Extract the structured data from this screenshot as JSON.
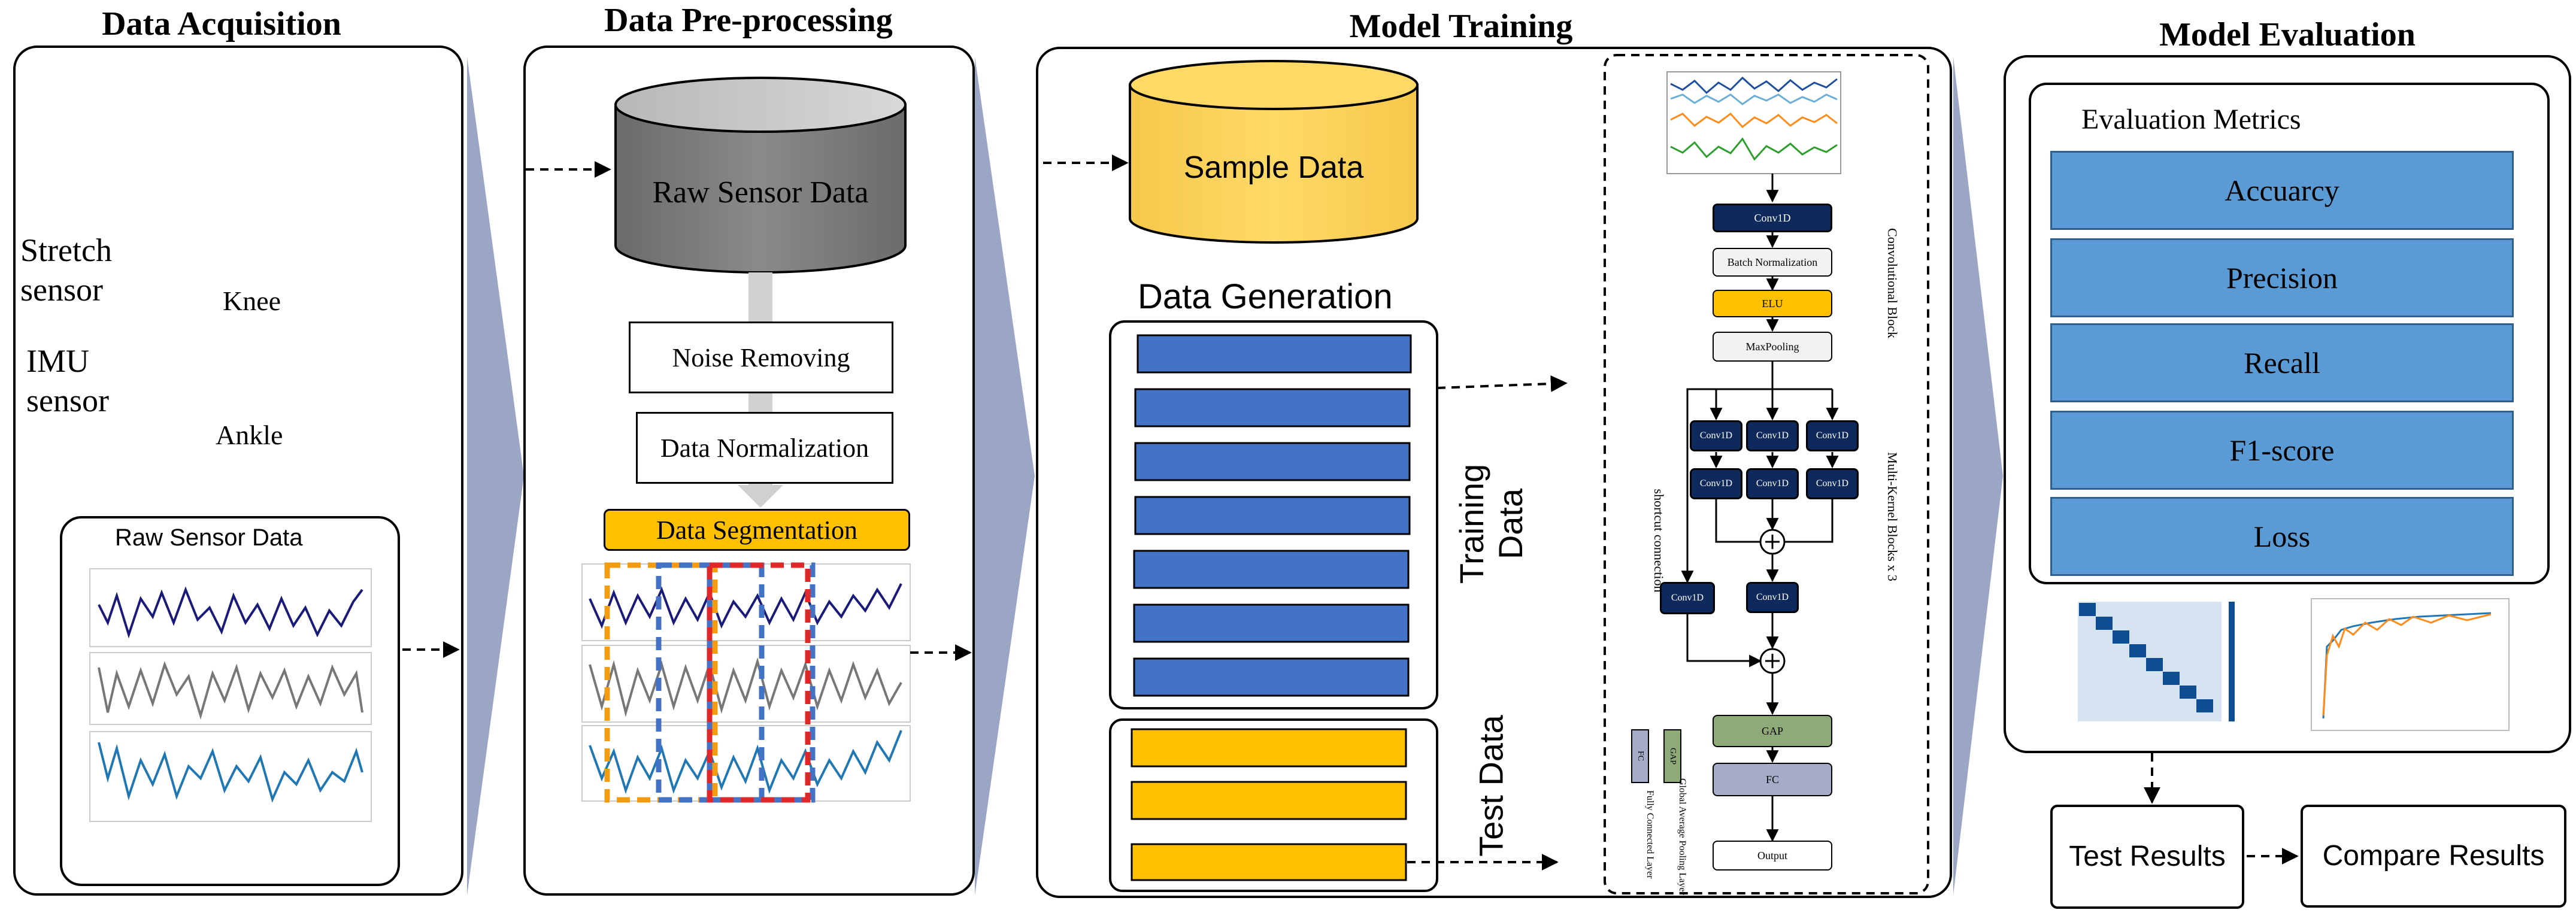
{
  "stages": {
    "acquisition": "Data Acquisition",
    "preprocessing": "Data Pre-processing",
    "training": "Model Training",
    "evaluation": "Model Evaluation"
  },
  "acquisition": {
    "stretch_sensor": "Stretch sensor",
    "imu_sensor": "IMU sensor",
    "knee": "Knee",
    "ankle": "Ankle",
    "raw_sensor_data": "Raw Sensor Data"
  },
  "preprocessing": {
    "raw_sensor_data": "Raw Sensor Data",
    "noise_removing": "Noise Removing",
    "data_normalization": "Data Normalization",
    "data_segmentation": "Data Segmentation"
  },
  "training": {
    "sample_data": "Sample Data",
    "data_generation": "Data Generation",
    "training_data": "Training Data",
    "test_data": "Test Data",
    "network": {
      "conv1d": "Conv1D",
      "batch_normalization": "Batch Normalization",
      "elu": "ELU",
      "maxpooling": "MaxPooling",
      "convolutional_block": "Convolutional Block",
      "multi_kernel_blocks": "Multi-Kernel Blocks x 3",
      "shortcut_connection": "shortcut connection",
      "gap": "GAP",
      "fc": "FC",
      "output": "Output",
      "legend_fc": "FC",
      "legend_gap": "GAP",
      "legend_fc_text": "Fully Connected Layer",
      "legend_gap_text": "Global Average Pooling Layer"
    }
  },
  "evaluation": {
    "metrics_title": "Evaluation Metrics",
    "metrics": [
      "Accuarcy",
      "Precision",
      "Recall",
      "F1-score",
      "Loss"
    ],
    "test_results": "Test Results",
    "compare_results": "Compare Results"
  },
  "colors": {
    "navy": "#0e2a5c",
    "gold": "#ffc000",
    "blue": "#4472c4",
    "metric_blue": "#5b9bd5",
    "gap_green": "#8faa79",
    "fc_lavender": "#a4acc8",
    "chevron": "#9aa6c4"
  }
}
